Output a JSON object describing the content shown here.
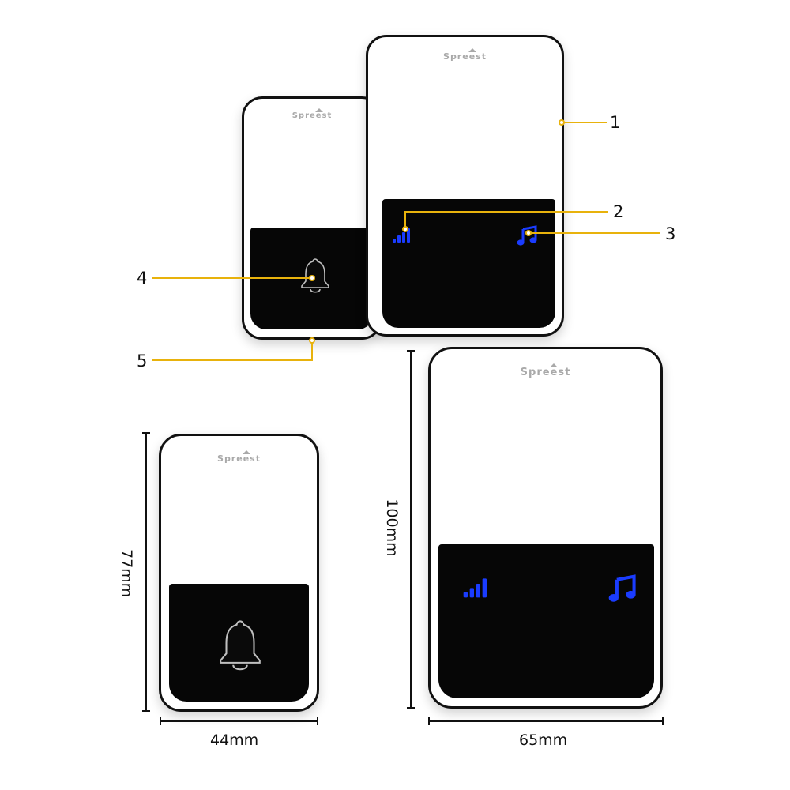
{
  "brand": "Spreest",
  "callouts": [
    "1",
    "2",
    "3",
    "4",
    "5"
  ],
  "dimensions": {
    "small_height": "77mm",
    "small_width": "44mm",
    "large_height": "100mm",
    "large_width": "65mm"
  },
  "colors": {
    "device_body": "#ffffff",
    "device_frame": "#111111",
    "button_panel": "#060606",
    "indicator_blue": "#1a3cff",
    "callout_line": "#e8b20c",
    "brand_gray": "#a9a9a9"
  },
  "icons": {
    "signal": "signal-bars-icon",
    "music": "music-note-icon",
    "bell": "bell-icon"
  }
}
